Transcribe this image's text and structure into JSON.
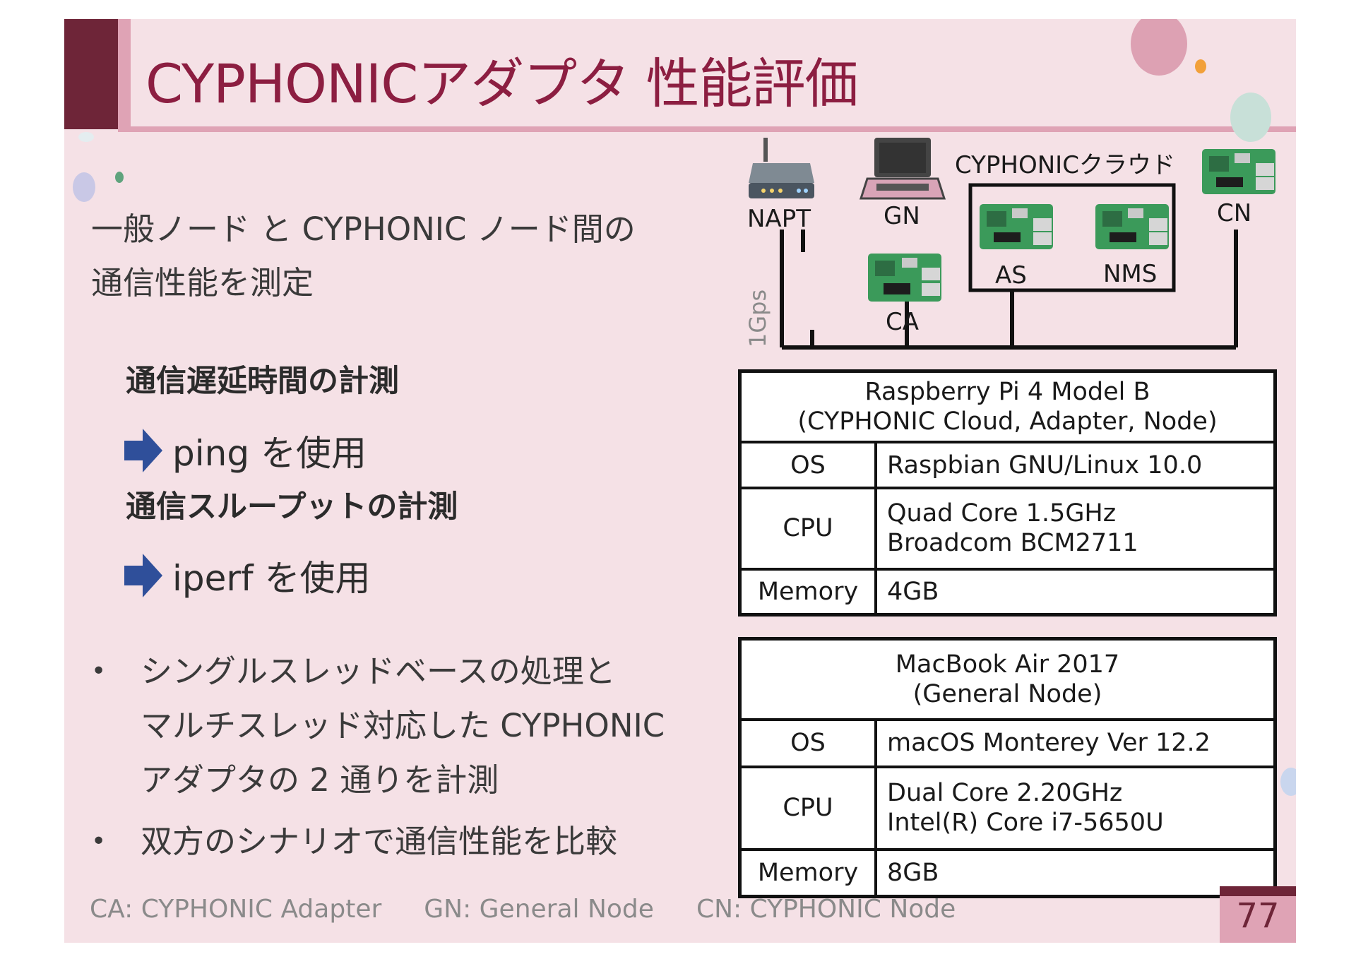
{
  "slide": {
    "title": "CYPHONICアダプタ 性能評価",
    "page_number": "77"
  },
  "intro": {
    "line1": "一般ノード と CYPHONIC ノード間の",
    "line2": "通信性能を測定"
  },
  "measurements": [
    {
      "heading": "通信遅延時間の計測",
      "tool": "ping を使用"
    },
    {
      "heading": "通信スループットの計測",
      "tool": "iperf を使用"
    }
  ],
  "bullets": [
    {
      "lines": [
        "シングルスレッドベースの処理と",
        "マルチスレッド対応した CYPHONIC",
        "アダプタの 2 通りを計測"
      ]
    },
    {
      "lines": [
        "双方のシナリオで通信性能を比較"
      ]
    }
  ],
  "bullet_symbol": "•",
  "diagram": {
    "cloud_label": "CYPHONICクラウド",
    "link_speed": "1Gps",
    "nodes": {
      "napt": "NAPT",
      "gn": "GN",
      "ca": "CA",
      "as": "AS",
      "nms": "NMS",
      "cn": "CN"
    }
  },
  "tables": [
    {
      "header_lines": [
        "Raspberry Pi 4 Model B",
        "(CYPHONIC Cloud, Adapter, Node)"
      ],
      "rows": [
        {
          "key": "OS",
          "value_lines": [
            "Raspbian GNU/Linux 10.0"
          ]
        },
        {
          "key": "CPU",
          "value_lines": [
            "Quad Core 1.5GHz",
            "Broadcom BCM2711"
          ]
        },
        {
          "key": "Memory",
          "value_lines": [
            "4GB"
          ]
        }
      ]
    },
    {
      "header_lines": [
        "MacBook Air 2017",
        "(General Node)"
      ],
      "rows": [
        {
          "key": "OS",
          "value_lines": [
            "macOS Monterey Ver 12.2"
          ]
        },
        {
          "key": "CPU",
          "value_lines": [
            "Dual Core 2.20GHz",
            "Intel(R) Core i7-5650U"
          ]
        },
        {
          "key": "Memory",
          "value_lines": [
            "8GB"
          ]
        }
      ]
    }
  ],
  "footer": {
    "ca": "CA: CYPHONIC Adapter",
    "gn": "GN: General Node",
    "cn": "CN: CYPHONIC Node"
  },
  "colors": {
    "accent_dark": "#6e2538",
    "accent_light": "#dfa3b5",
    "title": "#8c1e41",
    "background": "#f5e1e6",
    "arrow": "#2f4f9a"
  }
}
